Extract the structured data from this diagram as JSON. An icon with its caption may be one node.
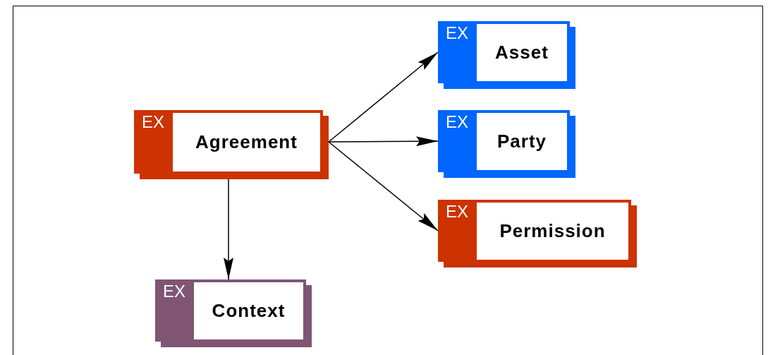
{
  "diagram": {
    "nodes": [
      {
        "text": [
          "EX",
          "Agreement"
        ]
      },
      {
        "text": [
          "EX",
          "Asset"
        ]
      },
      {
        "text": [
          "EX",
          "Party"
        ]
      },
      {
        "text": [
          "EX",
          "Permission"
        ]
      },
      {
        "text": [
          "EX",
          "Context"
        ]
      }
    ],
    "edges": [
      {
        "from": 0,
        "to": 1,
        "arrow": "to"
      },
      {
        "from": 0,
        "to": 2,
        "arrow": "to"
      },
      {
        "from": 0,
        "to": 3,
        "arrow": "to"
      },
      {
        "from": 0,
        "to": 4,
        "arrow": "to"
      }
    ]
  }
}
